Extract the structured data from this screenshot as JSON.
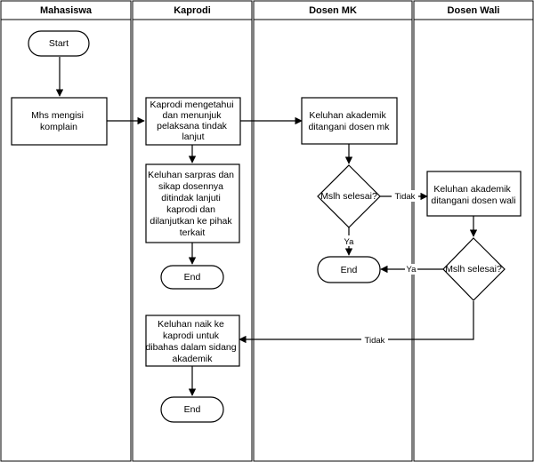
{
  "lanes": [
    {
      "id": "mahasiswa",
      "title": "Mahasiswa"
    },
    {
      "id": "kaprodi",
      "title": "Kaprodi"
    },
    {
      "id": "dosen_mk",
      "title": "Dosen MK"
    },
    {
      "id": "dosen_wali",
      "title": "Dosen Wali"
    }
  ],
  "nodes": {
    "start": {
      "label": "Start"
    },
    "mhs_isi": {
      "label": [
        "Mhs mengisi",
        "komplain"
      ]
    },
    "kaprodi_tunjuk": {
      "label": [
        "Kaprodi mengetahui",
        "dan menunjuk",
        "pelaksana tindak",
        "lanjut"
      ]
    },
    "sarpras": {
      "label": [
        "Keluhan sarpras dan",
        "sikap dosennya",
        "ditindak lanjuti",
        "kaprodi dan",
        "dilanjutkan ke pihak",
        "terkait"
      ]
    },
    "end1": {
      "label": "End"
    },
    "keluhan_naik": {
      "label": [
        "Keluhan naik ke",
        "kaprodi untuk",
        "dibahas dalam sidang",
        "akademik"
      ]
    },
    "end3": {
      "label": "End"
    },
    "dosen_mk_tangani": {
      "label": [
        "Keluhan akademik",
        "ditangani dosen mk"
      ]
    },
    "selesai_mk": {
      "label": "Mslh selesai?"
    },
    "end2": {
      "label": "End"
    },
    "dosen_wali_tangani": {
      "label": [
        "Keluhan akademik",
        "ditangani dosen wali"
      ]
    },
    "selesai_wali": {
      "label": "Mslh selesai?"
    }
  },
  "edges": {
    "mk_tidak": "Tidak",
    "mk_ya": "Ya",
    "wali_ya": "Ya",
    "wali_tidak": "Tidak"
  }
}
